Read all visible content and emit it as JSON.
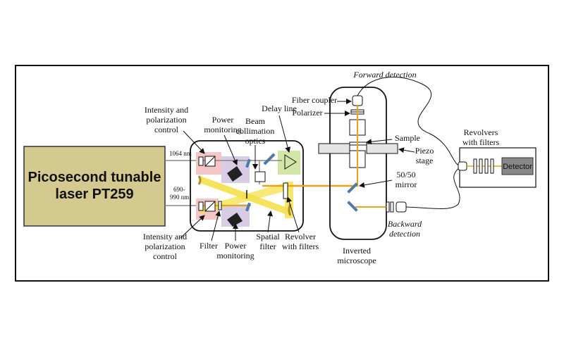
{
  "laser": {
    "line1": "Picosecond tunable",
    "line2": "laser PT259"
  },
  "wavelengths": {
    "w1064": "1064 nm",
    "w690_1": "690-",
    "w690_2": "990 nm"
  },
  "labels": {
    "intensity_top_1": "Intensity and",
    "intensity_top_2": "polarization",
    "intensity_top_3": "control",
    "power_top_1": "Power",
    "power_top_2": "monitoring",
    "beam_1": "Beam",
    "beam_2": "collimation",
    "beam_3": "optics",
    "delay_line": "Delay line",
    "intensity_bot_1": "Intensity and",
    "intensity_bot_2": "polarization",
    "intensity_bot_3": "control",
    "filter": "Filter",
    "power_bot_1": "Power",
    "power_bot_2": "monitoring",
    "spatial_1": "Spatial",
    "spatial_2": "filter",
    "revolver_1": "Revolver",
    "revolver_2": "with filters",
    "forward_detection": "Forward detection",
    "fiber_coupler": "Fiber coupler",
    "polarizer": "Polarizer",
    "sample": "Sample",
    "piezo_1": "Piezo",
    "piezo_2": "stage",
    "mirror_1": "50/50",
    "mirror_2": "mirror",
    "backward_1": "Backward",
    "backward_2": "detection",
    "inverted_1": "Inverted",
    "inverted_2": "microscope",
    "revolvers_1": "Revolvers",
    "revolvers_2": "with filters",
    "detector": "Detector"
  },
  "colors": {
    "laser_box": "#d4c98f",
    "beam_orange": "#e8a31a",
    "beam_yellow": "#f4e04a",
    "red_zone": "#f5c6c6",
    "purple_zone": "#d9cde6",
    "green_zone": "#d3e6a8",
    "mirror_blue": "#4f79a8"
  }
}
